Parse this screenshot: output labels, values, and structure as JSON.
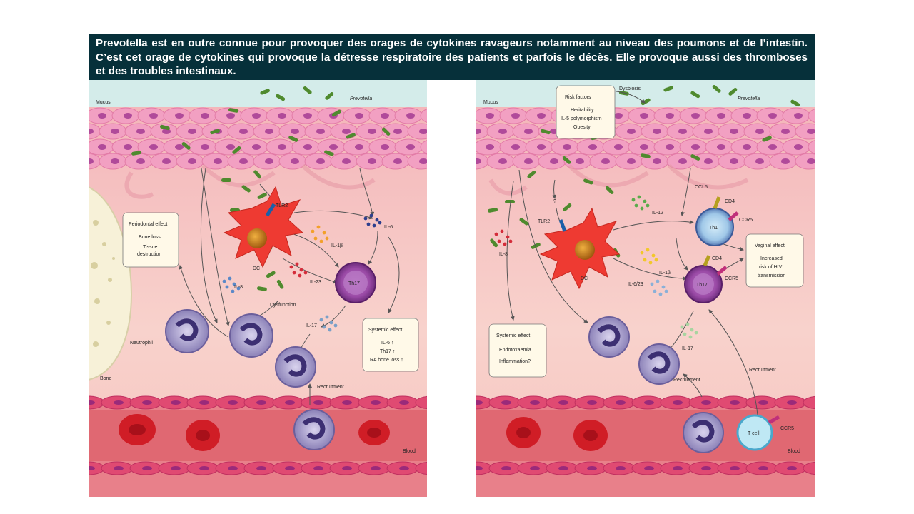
{
  "banner": {
    "text": "Prevotella est en outre connue pour provoquer des orages de cytokines  ravageurs notamment  au niveau des poumons  et de l’intestin.  C’est cet orage de cytokines  qui provoque la détresse respiratoire  des patients  et parfois le décès. Elle provoque aussi des thromboses et des troubles intestinaux."
  },
  "left_panel": {
    "mucus": "Mucus",
    "prevotella": "Prevotella",
    "tlr2": "TLR2",
    "il6": "IL-6",
    "il1b": "IL-1β",
    "dc": "DC",
    "il23": "IL-23",
    "il8": "IL-8",
    "dysfunction": "Dysfunction",
    "th17": "Th17",
    "il17": "IL-17",
    "neutrophil": "Neutrophil",
    "recruitment": "Recruitment",
    "bone": "Bone",
    "blood": "Blood",
    "periodontal": {
      "title": "Periodontal effect",
      "line1": "Bone loss",
      "line2": "Tissue",
      "line3": "destruction"
    },
    "systemic": {
      "title": "Systemic effect",
      "line1": "IL-6 ↑",
      "line2": "Th17 ↑",
      "line3": "RA bone loss ↑"
    }
  },
  "right_panel": {
    "mucus": "Mucus",
    "prevotella": "Prevotella",
    "dysbiosis": "Dysbiosis",
    "risk": {
      "title": "Risk factors",
      "line1": "Heritability",
      "line2": "IL-5 polymorphism",
      "line3": "Obesity"
    },
    "ccl5": "CCL5",
    "question": "?",
    "tlr2": "TLR2",
    "il12": "IL-12",
    "cd4_top": "CD4",
    "th1": "Th1",
    "ccr5_top": "CCR5",
    "il8": "IL-8",
    "dc": "DC",
    "cd4_mid": "CD4",
    "il1b": "IL-1β",
    "il623": "IL-6/23",
    "th17": "Th17",
    "ccr5_mid": "CCR5",
    "il17": "IL-17",
    "recruitment_mid": "Recruitment",
    "recruitment_right": "Recruitment",
    "t_cell": "T cell",
    "ccr5_bottom": "CCR5",
    "blood": "Blood",
    "vaginal": {
      "title": "Vaginal effect",
      "line1": "Increased",
      "line2": "risk of HIV",
      "line3": "transmission"
    },
    "systemic": {
      "title": "Systemic effect",
      "line1": "Endotoxaemia",
      "line2": "Inflammation?"
    }
  },
  "colors": {
    "banner_bg": "#06303a",
    "mucus": "#d4ecea",
    "tissue": "#f6c7c3",
    "epithelium": "#ef8cb2",
    "bacteria": "#4f8a2e",
    "dc": "#ee3a32",
    "th_cell": "#8c3c96",
    "neutrophil": "#8a7fb4",
    "rbc": "#d01d26",
    "blood": "#e36a72"
  }
}
